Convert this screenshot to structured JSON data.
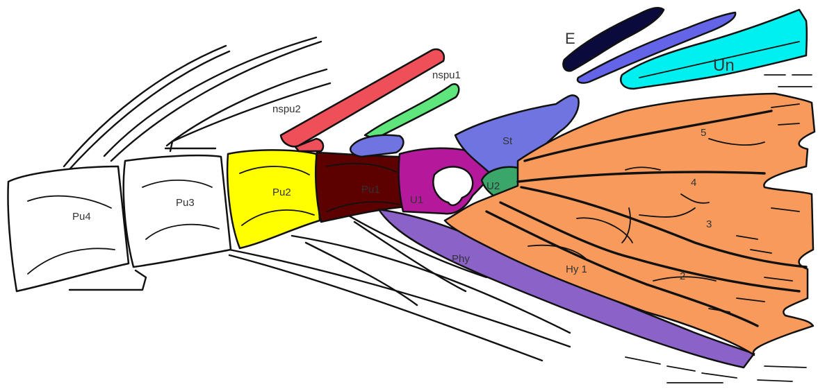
{
  "labels": {
    "pu4": "Pu4",
    "pu3": "Pu3",
    "pu2": "Pu2",
    "pu1": "Pu1",
    "u1": "U1",
    "u2": "U2",
    "st": "St",
    "phy": "Phy",
    "hy1": "Hy 1",
    "nspu1": "nspu1",
    "nspu2": "nspu2",
    "e": "E",
    "un": "Un",
    "ray2": "2",
    "ray3": "3",
    "ray4": "4",
    "ray5": "5"
  },
  "colors": {
    "pu2": "#ffff00",
    "pu1": "#5c0000",
    "u1": "#b5199b",
    "u2": "#3aa66a",
    "st": "#6f74e0",
    "phy": "#8a62c8",
    "hypural_fan": "#f79a5c",
    "nspu1": "#5ee67d",
    "nspu2": "#ef4f58",
    "e": "#0a0a3c",
    "epural_mid": "#6464e8",
    "un": "#00f0f0",
    "vertebra_fill": "#ffffff",
    "outline": "#111111"
  }
}
